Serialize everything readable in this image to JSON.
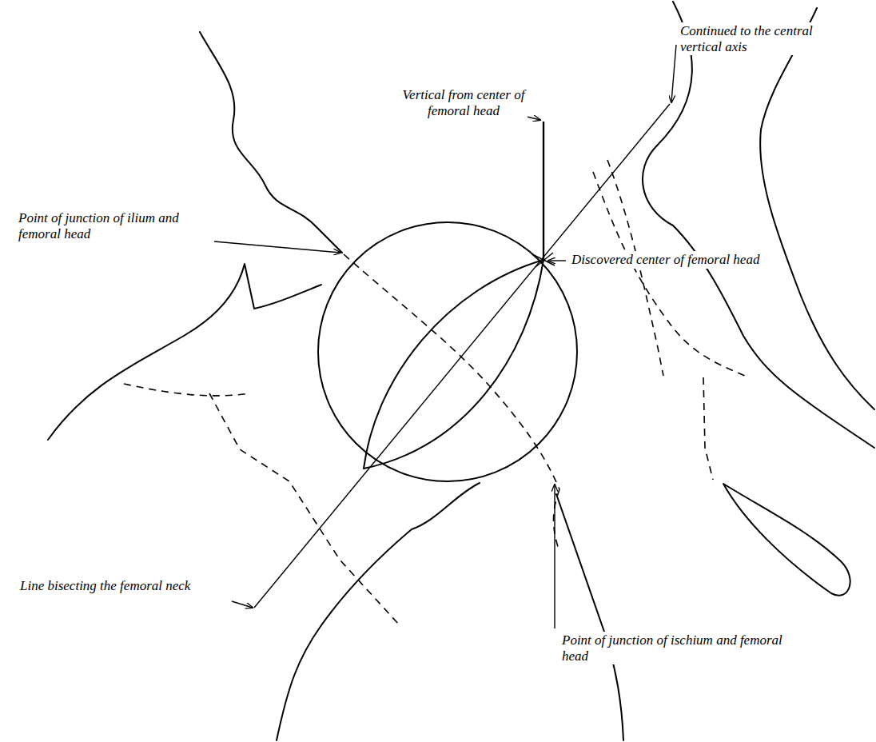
{
  "diagram": {
    "labels": [
      "Vertical from center of femoral head",
      "Continued to the central vertical axis",
      "Point of junction of ilium and femoral head",
      "Discovered center of femoral head",
      "Line bisecting the femoral neck",
      "Point of junction of ischium and femoral head"
    ]
  }
}
